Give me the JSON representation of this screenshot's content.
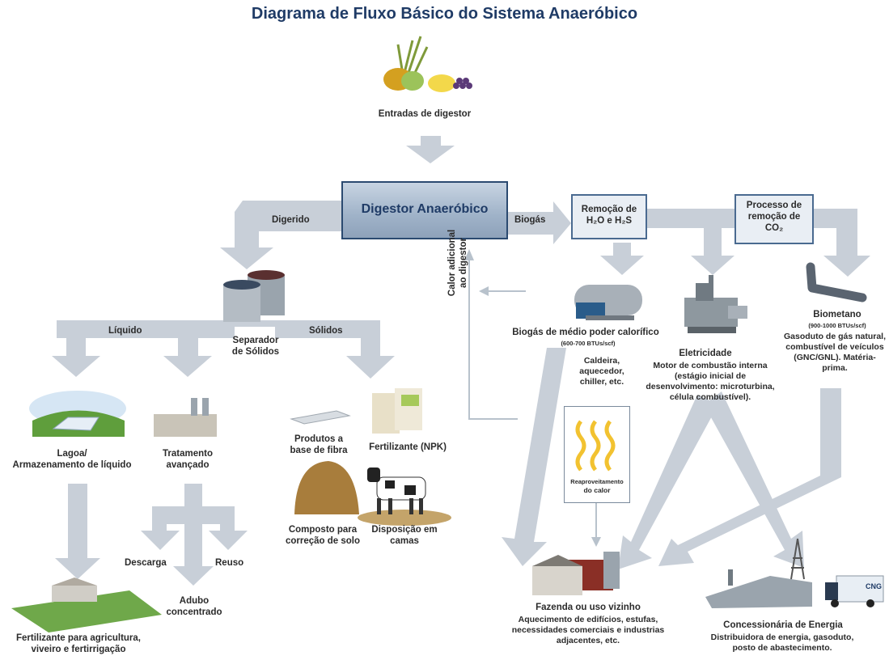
{
  "title": "Diagrama de Fluxo Básico do Sistema Anaeróbico",
  "nodes": {
    "inputs": "Entradas de digestor",
    "digestor": "Digestor Anaeróbico",
    "digerido": "Digerido",
    "biogas": "Biogás",
    "remocao_h2o": "Remoção de",
    "remocao_h2o_2": "H₂O e H₂S",
    "remocao_co2": "Processo de",
    "remocao_co2_2": "remoção de",
    "remocao_co2_3": "CO₂",
    "separador": "Separador",
    "separador_2": "de Sólidos",
    "liquido": "Líquido",
    "solidos": "Sólidos",
    "lagoa": "Lagoa/",
    "lagoa_2": "Armazenamento de líquido",
    "tratamento": "Tratamento",
    "tratamento_2": "avançado",
    "fibra": "Produtos a",
    "fibra_2": "base de fibra",
    "npk": "Fertilizante (NPK)",
    "composto": "Composto para",
    "composto_2": "correção de solo",
    "camas": "Disposição em",
    "camas_2": "camas",
    "descarga": "Descarga",
    "reuso": "Reuso",
    "adubo": "Adubo",
    "adubo_2": "concentrado",
    "fert_agri": "Fertilizante para agricultura,",
    "fert_agri_2": "viveiro e fertirrigação",
    "calor_adicional": "Calor adicional",
    "calor_adicional_2": "ao digestor",
    "biogas_medio": "Biogás de médio poder calorífico",
    "biogas_medio_btu": "(600-700 BTUs/scf)",
    "caldeira": "Caldeira,",
    "caldeira_2": "aquecedor,",
    "caldeira_3": "chiller, etc.",
    "eletricidade": "Eletricidade",
    "motor": "Motor de combustão interna",
    "motor_2": "(estágio inicial de",
    "motor_3": "desenvolvimento: microturbina,",
    "motor_4": "célula combustível).",
    "biometano": "Biometano",
    "biometano_btu": "(900-1000 BTUs/scf)",
    "gasoduto": "Gasoduto de gás natural,",
    "gasoduto_2": "combustível de veículos",
    "gasoduto_3": "(GNC/GNL). Matéria-prima.",
    "reaproveitamento": "Reaproveitamento",
    "reaproveitamento_2": "do calor",
    "fazenda": "Fazenda ou uso vizinho",
    "fazenda_2": "Aquecimento de edifícios, estufas,",
    "fazenda_3": "necessidades comerciais e industrias",
    "fazenda_4": "adjacentes, etc.",
    "concessionaria": "Concessionária de Energia",
    "concessionaria_2": "Distribuidora de energia, gasoduto,",
    "concessionaria_3": "posto de abastecimento.",
    "cng": "CNG"
  },
  "colors": {
    "arrow": "#c8cfd8",
    "title": "#1f3b66",
    "box_border": "#4a6a90"
  }
}
